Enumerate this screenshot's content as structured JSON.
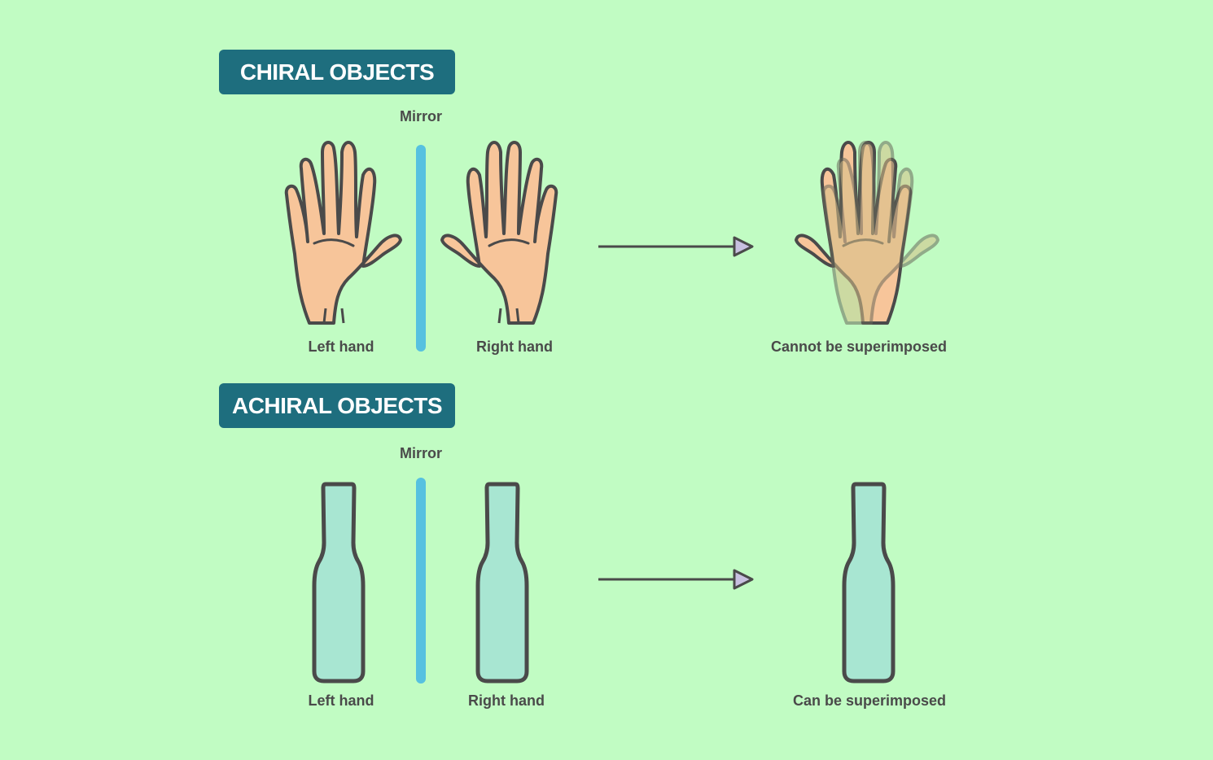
{
  "colors": {
    "background": "#c1fcc3",
    "banner": "#1e6e7e",
    "mirror": "#56c1e0",
    "skin": "#f7c59a",
    "skin_ghost": "#e3c890",
    "bottle": "#a8e6d2",
    "outline": "#4a4a4a"
  },
  "chiral": {
    "title": "CHIRAL OBJECTS",
    "mirror_label": "Mirror",
    "left_label": "Left hand",
    "right_label": "Right hand",
    "result_label": "Cannot be superimposed"
  },
  "achiral": {
    "title": "ACHIRAL OBJECTS",
    "mirror_label": "Mirror",
    "left_label": "Left hand",
    "right_label": "Right hand",
    "result_label": "Can be superimposed"
  }
}
